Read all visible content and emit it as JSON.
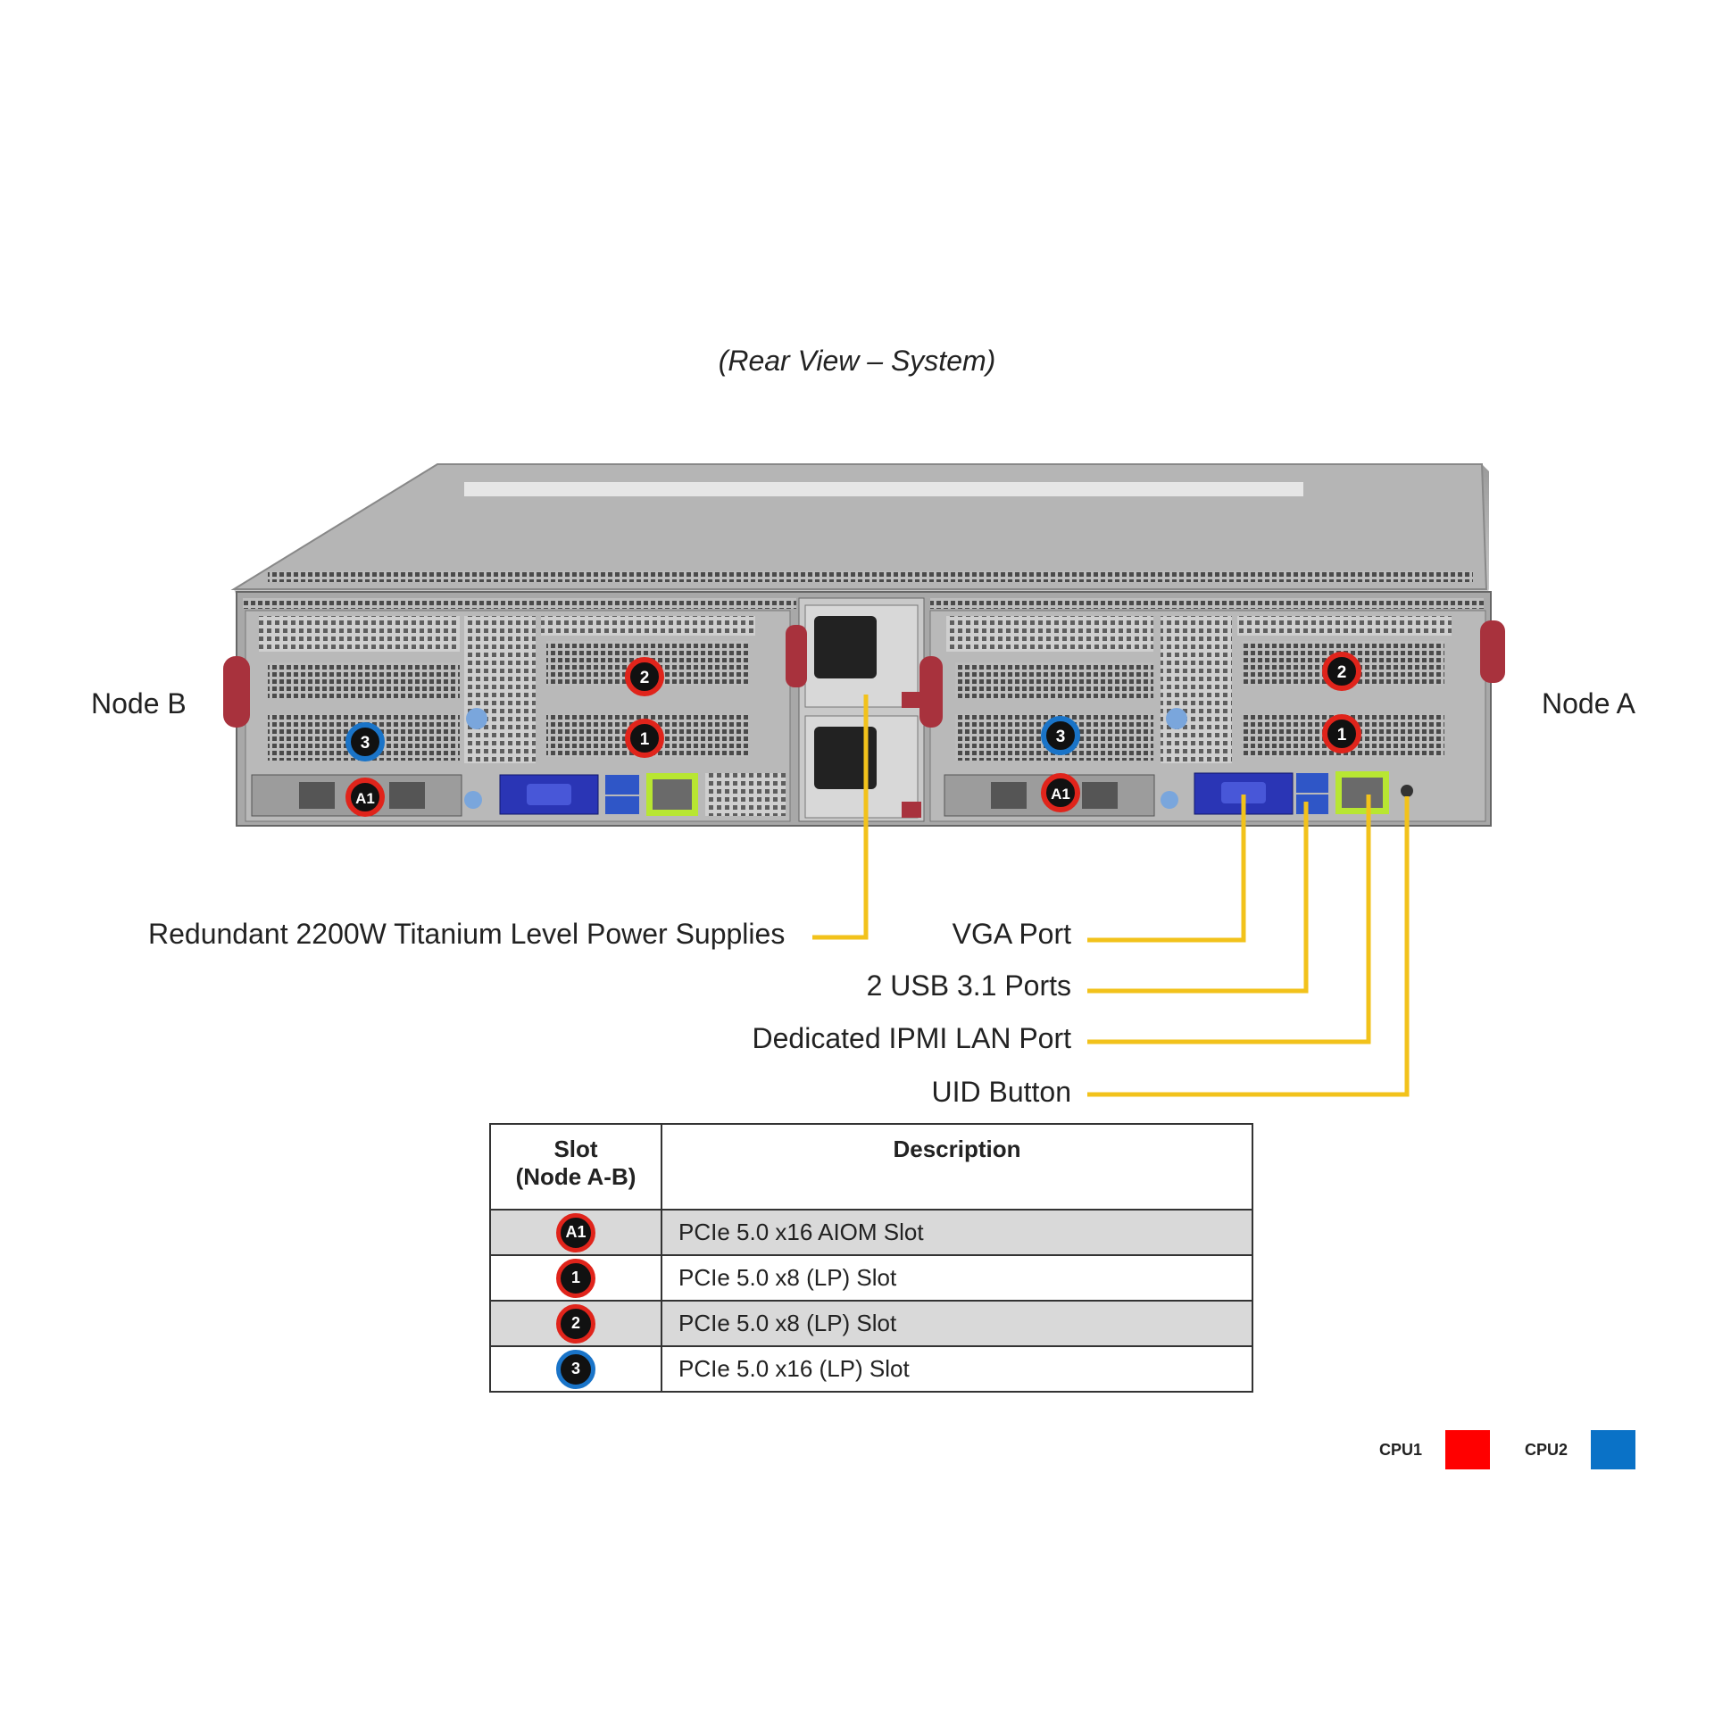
{
  "title": "(Rear View – System)",
  "nodes": {
    "left": "Node B",
    "right": "Node A"
  },
  "callouts": {
    "power": "Redundant 2200W Titanium Level Power Supplies",
    "vga": "VGA Port",
    "usb": "2 USB 3.1 Ports",
    "ipmi": "Dedicated IPMI LAN Port",
    "uid": "UID Button"
  },
  "table": {
    "header_slot_line1": "Slot",
    "header_slot_line2": "(Node A-B)",
    "header_desc": "Description",
    "rows": [
      {
        "badge": "A1",
        "cpu": "CPU1",
        "description": "PCIe 5.0 x16 AIOM Slot"
      },
      {
        "badge": "1",
        "cpu": "CPU1",
        "description": "PCIe 5.0 x8 (LP) Slot"
      },
      {
        "badge": "2",
        "cpu": "CPU1",
        "description": "PCIe 5.0 x8 (LP) Slot"
      },
      {
        "badge": "3",
        "cpu": "CPU2",
        "description": "PCIe 5.0 x16 (LP) Slot"
      }
    ]
  },
  "legend": [
    {
      "label": "CPU1",
      "color": "#ff0000"
    },
    {
      "label": "CPU2",
      "color": "#0a72c7"
    }
  ],
  "colors": {
    "callout_line": "#f2c21b",
    "cpu1_ring": "#e0241b",
    "cpu2_ring": "#1a74c8"
  }
}
